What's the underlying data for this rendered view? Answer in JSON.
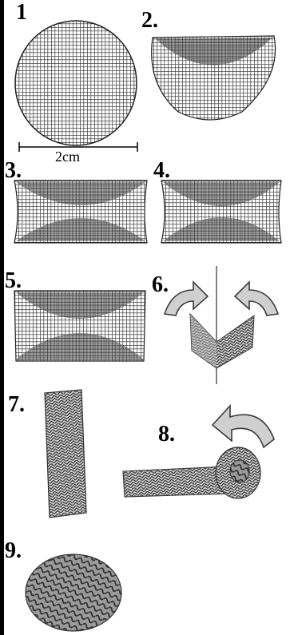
{
  "steps": [
    {
      "label": "1",
      "shape": "circle-disk"
    },
    {
      "label": "2.",
      "shape": "disk-top-fold"
    },
    {
      "label": "3.",
      "shape": "rect-double-fold"
    },
    {
      "label": "4.",
      "shape": "rect-double-fold"
    },
    {
      "label": "5.",
      "shape": "rect-double-fold"
    },
    {
      "label": "6.",
      "shape": "v-fold-with-rotate-arrows"
    },
    {
      "label": "7.",
      "shape": "vertical-tube"
    },
    {
      "label": "8.",
      "shape": "rolled-tube-with-curved-arrow"
    },
    {
      "label": "9.",
      "shape": "coiled-ball"
    }
  ],
  "scale_bar": {
    "text": "2cm"
  },
  "colors": {
    "mesh": "#2a2a2a",
    "mesh_light": "#8a8a8a",
    "arrow_fill": "#cfcfcf",
    "arrow_stroke": "#3a3a3a",
    "background": "#ffffff"
  }
}
